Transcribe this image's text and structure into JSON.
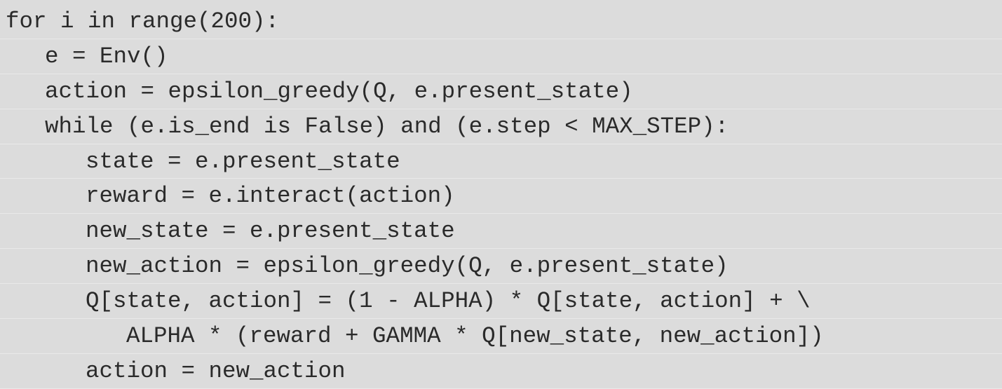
{
  "code": {
    "lines": [
      "for i in range(200):",
      "e = Env()",
      "action = epsilon_greedy(Q, e.present_state)",
      "while (e.is_end is False) and (e.step < MAX_STEP):",
      "state = e.present_state",
      "reward = e.interact(action)",
      "new_state = e.present_state",
      "new_action = epsilon_greedy(Q, e.present_state)",
      "Q[state, action] = (1 - ALPHA) * Q[state, action] + \\",
      "ALPHA * (reward + GAMMA * Q[new_state, new_action])",
      "action = new_action"
    ]
  }
}
